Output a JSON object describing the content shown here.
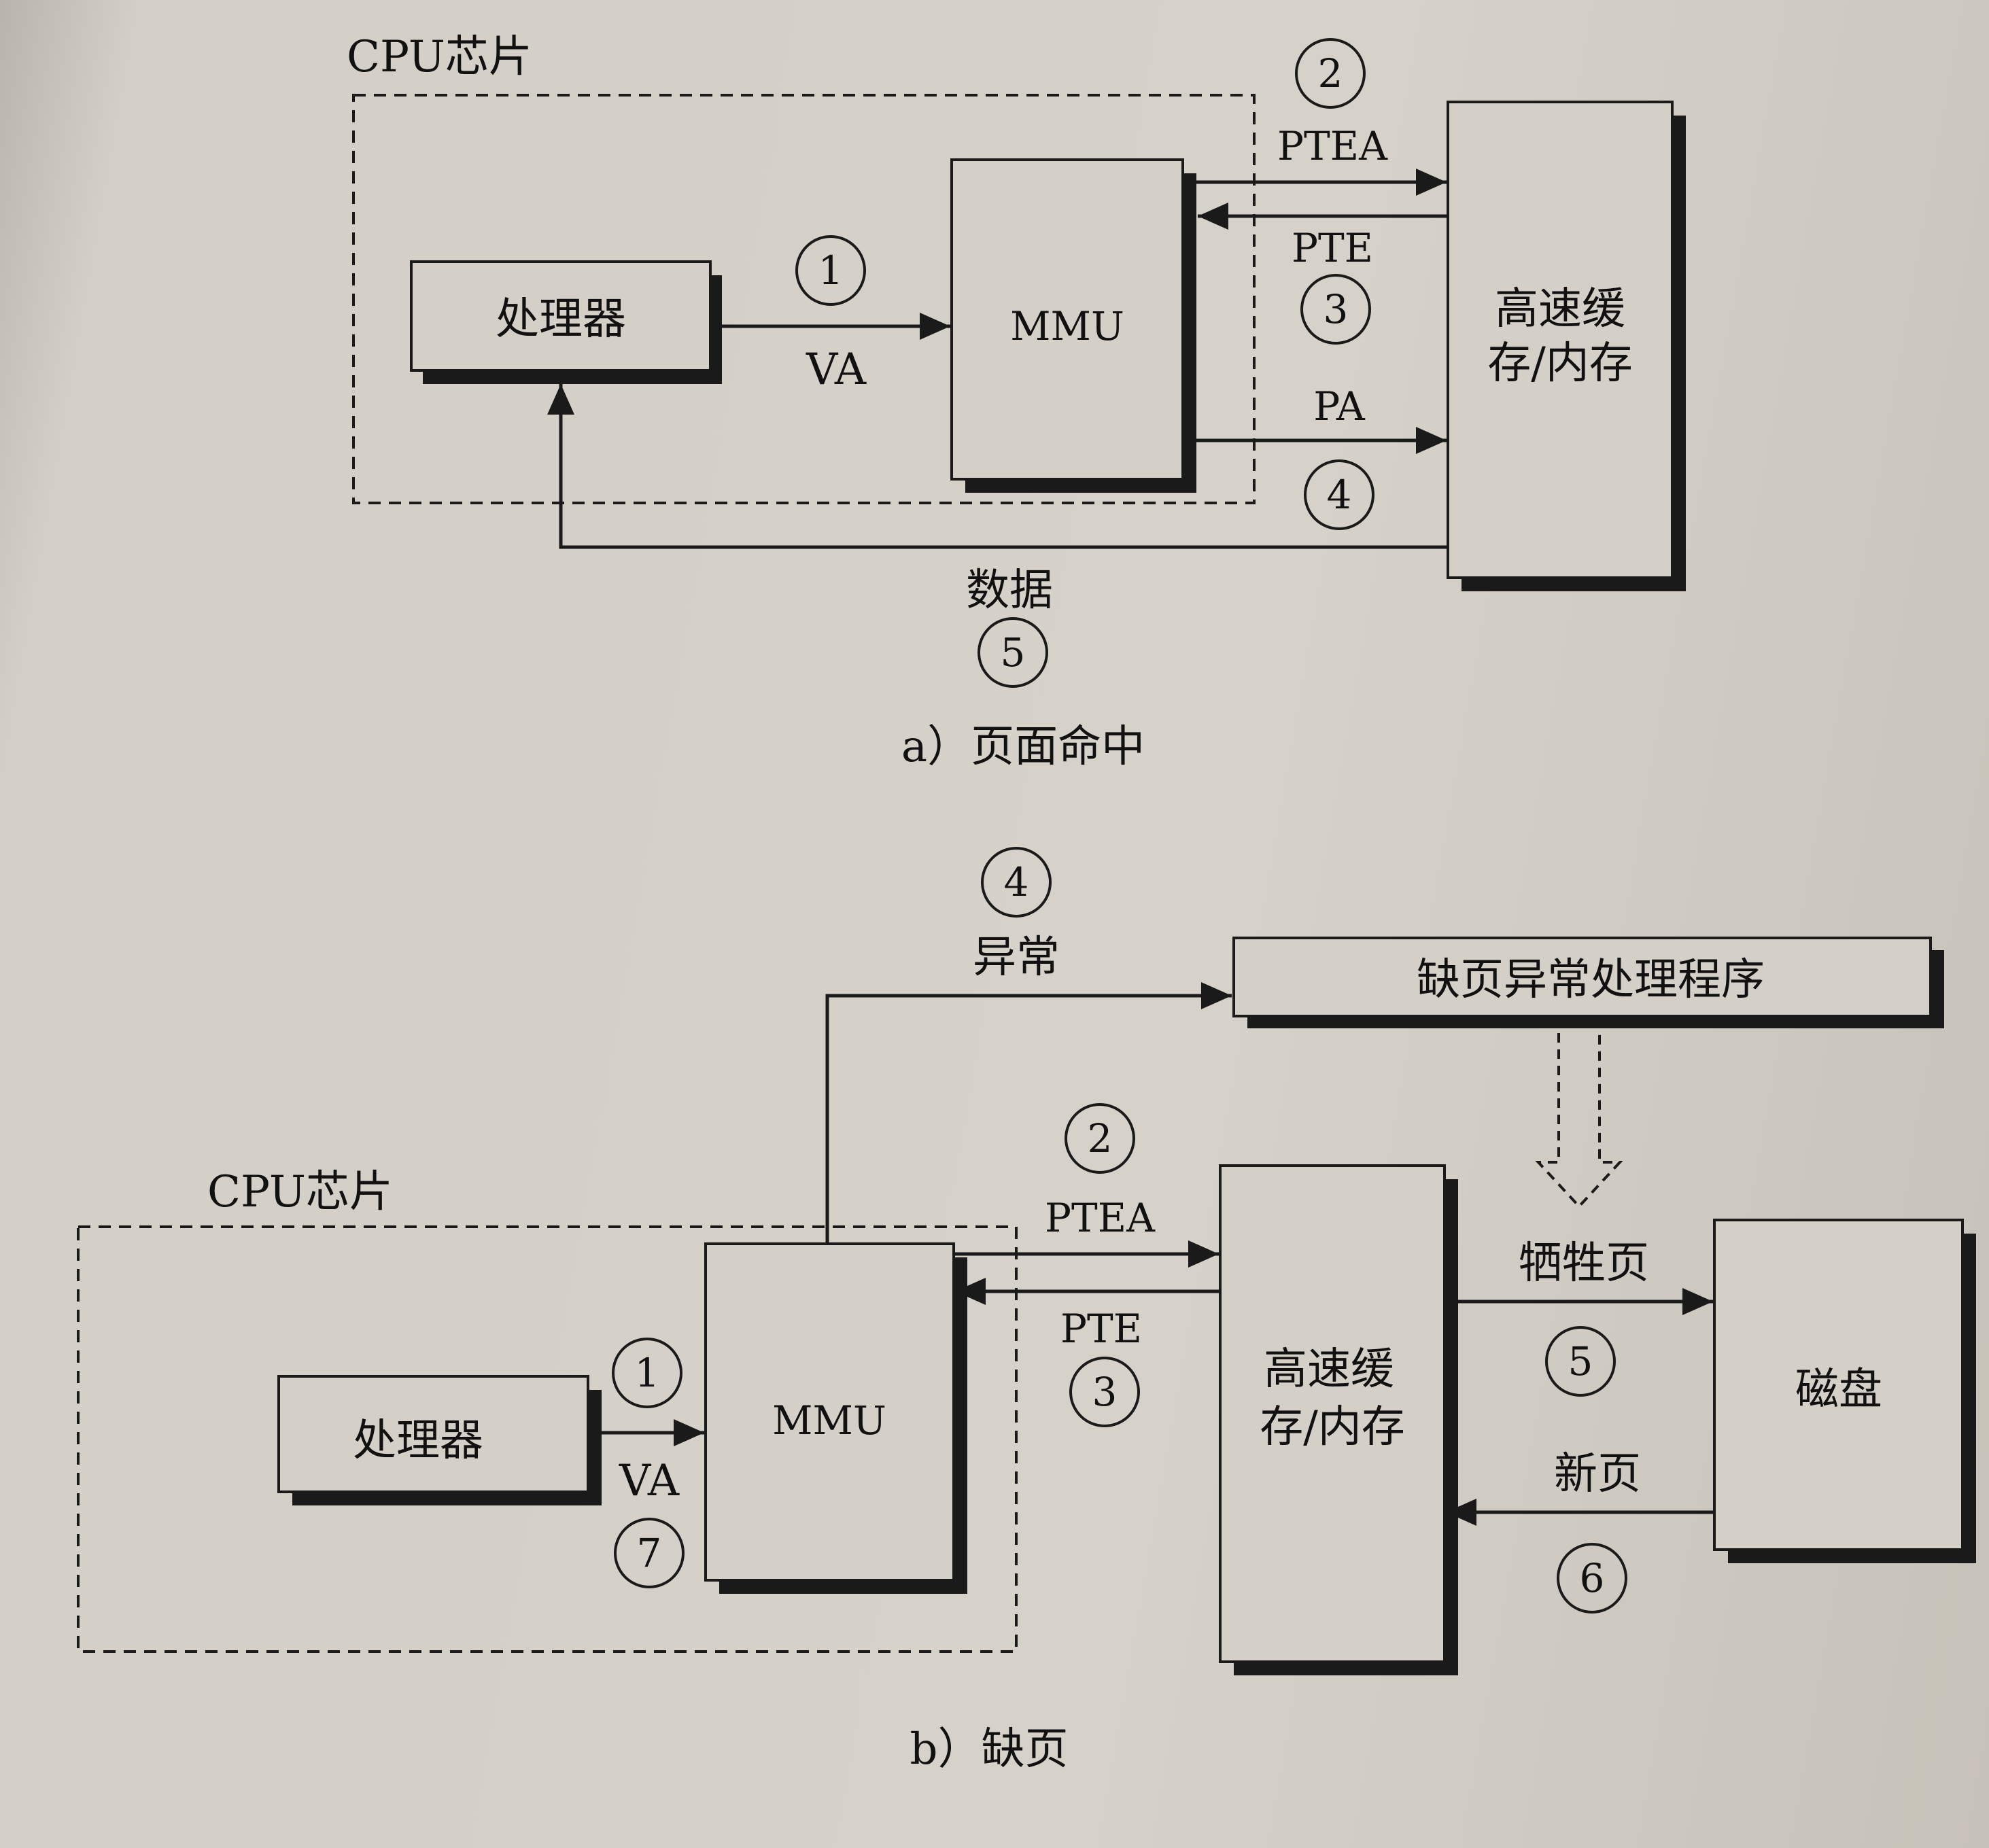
{
  "diagram_a": {
    "cpu_label": "CPU芯片",
    "processor": "处理器",
    "mmu": "MMU",
    "cache_line1": "高速缓",
    "cache_line2": "存/内存",
    "va": "VA",
    "ptea": "PTEA",
    "pte": "PTE",
    "pa": "PA",
    "data": "数据",
    "steps": [
      "1",
      "2",
      "3",
      "4",
      "5"
    ],
    "caption": "a）页面命中"
  },
  "diagram_b": {
    "cpu_label": "CPU芯片",
    "processor": "处理器",
    "mmu": "MMU",
    "cache_line1": "高速缓",
    "cache_line2": "存/内存",
    "disk": "磁盘",
    "handler": "缺页异常处理程序",
    "exception": "异常",
    "va": "VA",
    "ptea": "PTEA",
    "pte": "PTE",
    "victim": "牺牲页",
    "new_page": "新页",
    "steps": [
      "1",
      "2",
      "3",
      "4",
      "5",
      "6",
      "7"
    ],
    "caption": "b）缺页"
  }
}
